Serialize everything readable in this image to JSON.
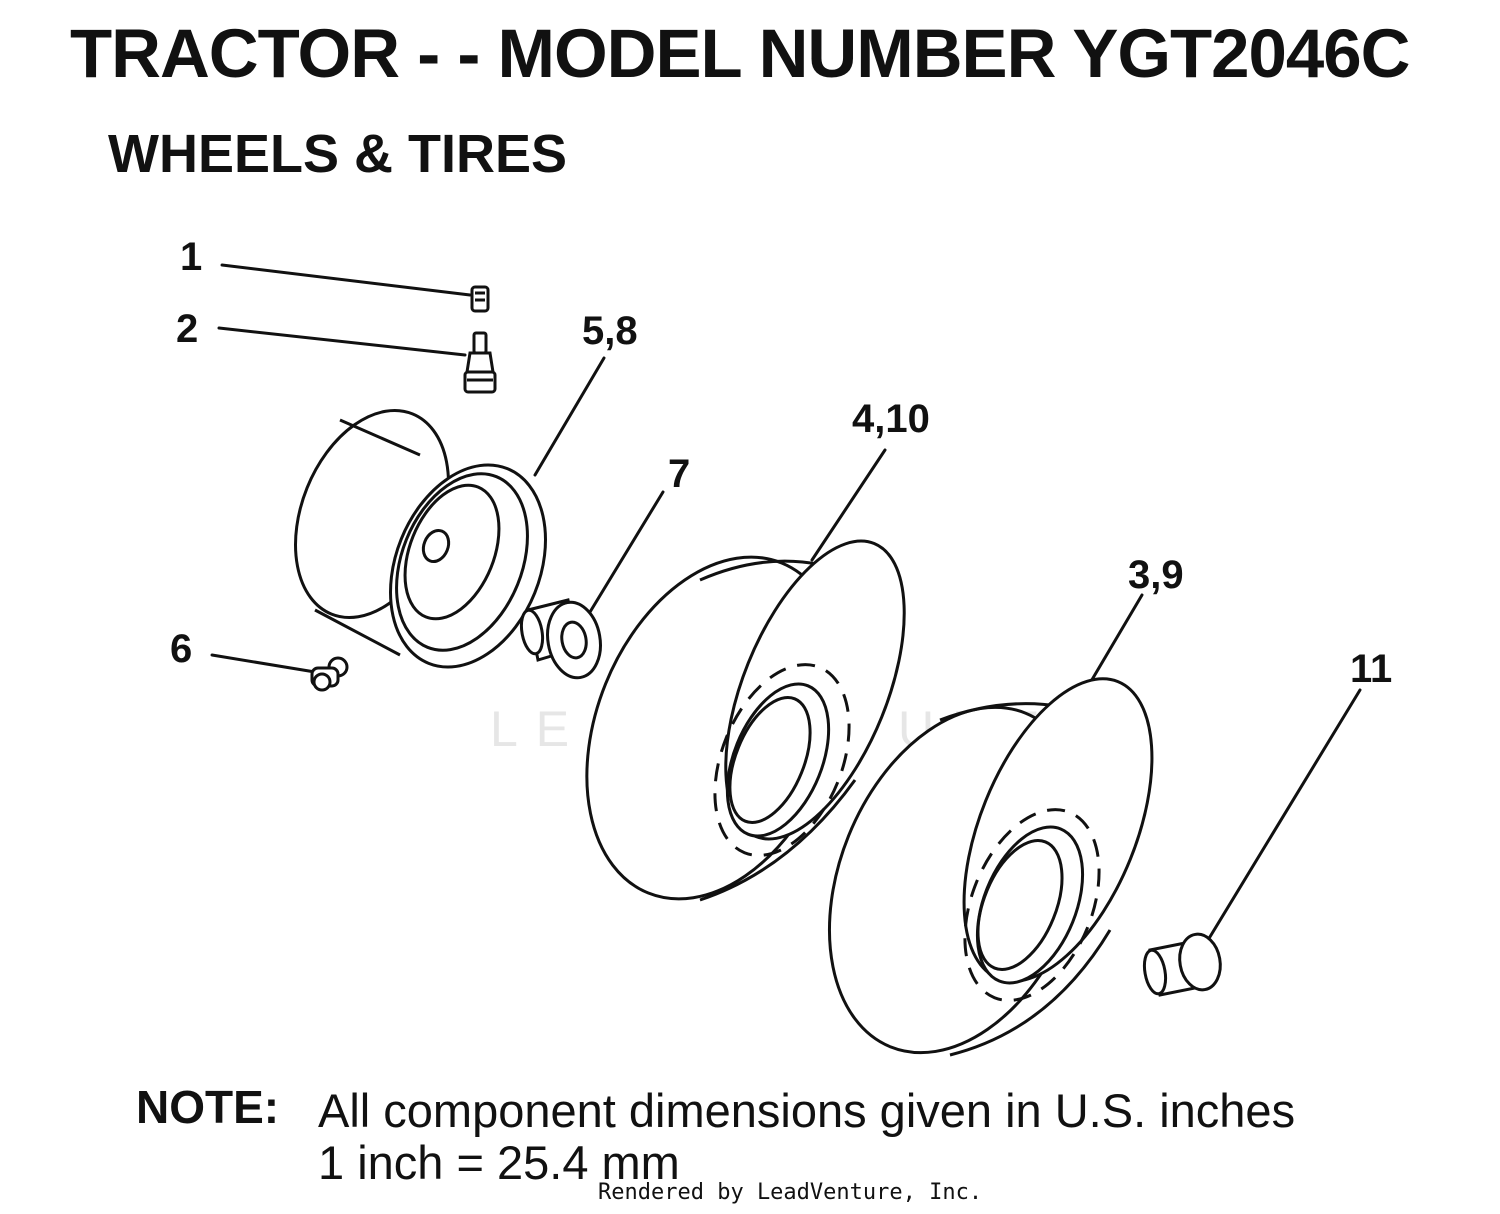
{
  "title": "TRACTOR - - MODEL NUMBER YGT2046C",
  "subtitle": "WHEELS & TIRES",
  "callouts": {
    "c1": "1",
    "c2": "2",
    "c58": "5,8",
    "c410": "4,10",
    "c7": "7",
    "c39": "3,9",
    "c6": "6",
    "c11": "11"
  },
  "parts": [
    {
      "ref": "1",
      "icon": "valve-cap-icon"
    },
    {
      "ref": "2",
      "icon": "valve-stem-icon"
    },
    {
      "ref": "5,8",
      "icon": "wheel-rim-icon"
    },
    {
      "ref": "7",
      "icon": "bushing-icon"
    },
    {
      "ref": "4,10",
      "icon": "front-tire-icon"
    },
    {
      "ref": "3,9",
      "icon": "rear-tire-icon"
    },
    {
      "ref": "6",
      "icon": "grease-fitting-icon"
    },
    {
      "ref": "11",
      "icon": "spacer-icon"
    }
  ],
  "watermark": "LEADVENTURE",
  "note": {
    "label": "NOTE:",
    "line1": "All component dimensions given in U.S. inches",
    "line2": "1 inch = 25.4 mm"
  },
  "footer": "Rendered by LeadVenture, Inc.",
  "colors": {
    "ink": "#111111",
    "background": "#ffffff",
    "watermark": "#e6e6e6"
  }
}
